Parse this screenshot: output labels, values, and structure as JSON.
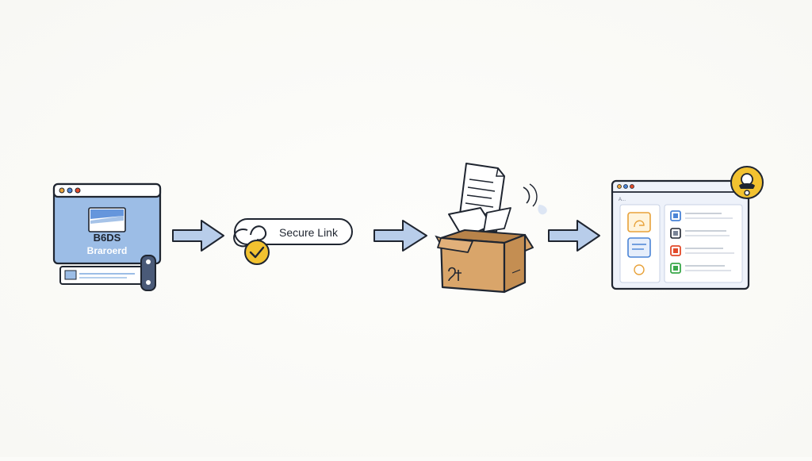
{
  "steps": {
    "source": {
      "logo_text": "B6DS",
      "subtitle": "Braroerd"
    },
    "link": {
      "label": "Secure Link"
    },
    "portal": {
      "header_text": "A..."
    }
  },
  "colors": {
    "outline": "#1f2530",
    "blue_fill": "#9cbde6",
    "arrow_fill": "#b8cdea",
    "box_fill": "#d9a56a",
    "box_dark": "#b8834a",
    "accent_yellow": "#f2c230",
    "panel_fill": "#eef2fa",
    "icon_orange": "#e8a23a",
    "icon_blue": "#4a84d6",
    "icon_red": "#e24a2a",
    "icon_green": "#3aa84a"
  },
  "icons": [
    "browser-window-icon",
    "usb-drive-icon",
    "arrow-right-icon",
    "chain-link-icon",
    "check-badge-icon",
    "document-icon",
    "cardboard-box-icon",
    "portal-window-icon",
    "user-avatar-icon"
  ]
}
